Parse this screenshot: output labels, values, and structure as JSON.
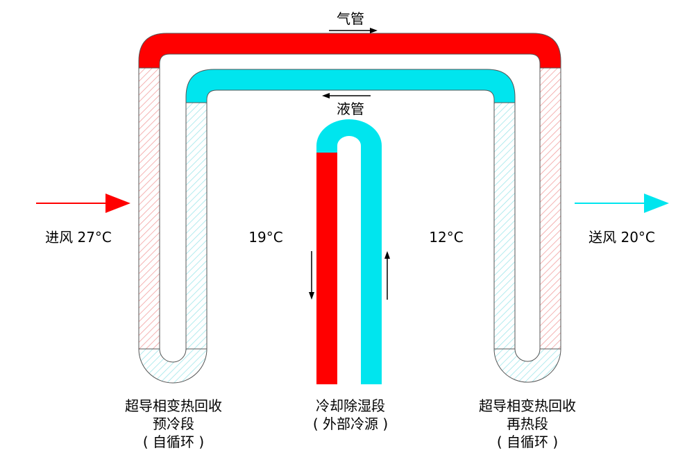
{
  "colors": {
    "hot": "#ff0000",
    "cold": "#00e5ee",
    "hatch_hot": "#f2a0a0",
    "hatch_cold": "#9fe6ea",
    "outline": "#555555",
    "arrow": "#000000"
  },
  "labels": {
    "gas_pipe": "气管",
    "liquid_pipe": "液管",
    "inlet": "进风 27°C",
    "mid_temp_left": "19°C",
    "mid_temp_right": "12°C",
    "outlet": "送风 20°C"
  },
  "sections": {
    "precool": {
      "line1": "超导相变热回收",
      "line2": "预冷段",
      "line3": "( 自循环 )"
    },
    "cooling": {
      "line1": "冷却除湿段",
      "line2": "( 外部冷源 )"
    },
    "reheat": {
      "line1": "超导相变热回收",
      "line2": "再热段",
      "line3": "( 自循环 )"
    }
  },
  "icons": {
    "inlet_arrow": "arrow-right-icon",
    "outlet_arrow": "arrow-right-icon",
    "gas_flow": "arrow-right-icon",
    "liquid_flow": "arrow-left-icon",
    "down_flow": "arrow-down-icon",
    "up_flow": "arrow-up-icon"
  }
}
